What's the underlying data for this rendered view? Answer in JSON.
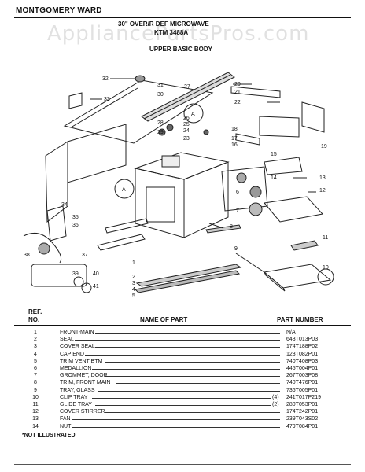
{
  "header": {
    "brand": "MONTGOMERY WARD",
    "watermark": "AppliancePartsPros.com",
    "title_line1": "30\" OVER/R DEF MICROWAVE",
    "title_line2": "KTM 3488A",
    "section": "UPPER BASIC BODY"
  },
  "callouts": [
    "32",
    "31",
    "30",
    "27",
    "33",
    "26",
    "25",
    "24",
    "23",
    "28",
    "29",
    "20",
    "21",
    "22",
    "18",
    "17",
    "16",
    "19",
    "15",
    "14",
    "13",
    "12",
    "6",
    "7",
    "8",
    "9",
    "10",
    "11",
    "34",
    "35",
    "36",
    "37",
    "38",
    "39",
    "40",
    "41",
    "A",
    "A",
    "1",
    "2",
    "3",
    "4",
    "5"
  ],
  "table": {
    "header_ref": "REF.",
    "header_no": "NO.",
    "header_name": "NAME OF PART",
    "header_pn": "PART NUMBER",
    "rows": [
      {
        "no": "1",
        "name": "FRONT-MAIN",
        "qty": "",
        "pn": "N/A"
      },
      {
        "no": "2",
        "name": "SEAL",
        "qty": "",
        "pn": "643T013P03"
      },
      {
        "no": "3",
        "name": "COVER SEAL",
        "qty": "",
        "pn": "174T188P02"
      },
      {
        "no": "4",
        "name": "CAP END",
        "qty": "",
        "pn": "123T082P01"
      },
      {
        "no": "5",
        "name": "TRIM VENT BTM",
        "qty": "",
        "pn": "740T408P03"
      },
      {
        "no": "6",
        "name": "MEDALLION",
        "qty": "",
        "pn": "445T004P01"
      },
      {
        "no": "7",
        "name": "GROMMET, DOOR",
        "qty": "",
        "pn": "267T003P08"
      },
      {
        "no": "8",
        "name": "TRIM, FRONT MAIN",
        "qty": "",
        "pn": "740T476P01"
      },
      {
        "no": "9",
        "name": "TRAY, GLASS",
        "qty": "",
        "pn": "736T005P01"
      },
      {
        "no": "10",
        "name": "CLIP TRAY",
        "qty": "(4)",
        "pn": "241T017P219"
      },
      {
        "no": "11",
        "name": "GLIDE TRAY",
        "qty": "(2)",
        "pn": "280T053P01"
      },
      {
        "no": "12",
        "name": "COVER STIRRER",
        "qty": "",
        "pn": "174T242P01"
      },
      {
        "no": "13",
        "name": "FAN",
        "qty": "",
        "pn": "239T043S02"
      },
      {
        "no": "14",
        "name": "NUT",
        "qty": "",
        "pn": "479T084P01"
      }
    ],
    "note": "*NOT ILLUSTRATED"
  }
}
